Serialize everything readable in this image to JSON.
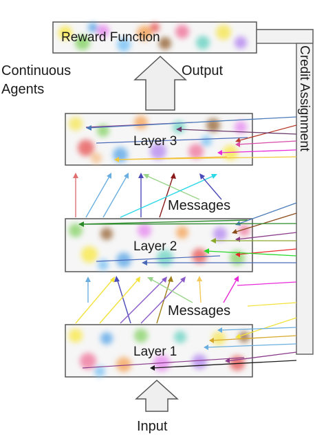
{
  "labels": {
    "continuous_agents_line1": "Continuous",
    "continuous_agents_line2": "Agents",
    "output": "Output",
    "input": "Input",
    "messages_upper": "Messages",
    "messages_lower": "Messages",
    "credit_assignment": "Credit Assignment"
  },
  "boxes": {
    "reward_function": "Reward Function",
    "layer3": "Layer 3",
    "layer2": "Layer 2",
    "layer1": "Layer 1"
  }
}
